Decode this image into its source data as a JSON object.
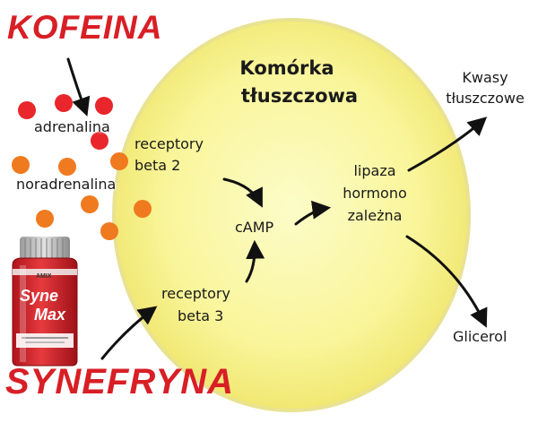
{
  "titles": {
    "caffeine": "KOFEINA",
    "synephrine": "SYNEFRYNA"
  },
  "cell": {
    "title_line1": "Komórka",
    "title_line2": "tłuszczowa"
  },
  "labels": {
    "adrenaline": "adrenalina",
    "noradrenaline": "noradrenalina",
    "beta2_line1": "receptory",
    "beta2_line2": "beta 2",
    "beta3_line1": "receptory",
    "beta3_line2": "beta 3",
    "camp": "cAMP",
    "lipase_line1": "lipaza",
    "lipase_line2": "hormono",
    "lipase_line3": "zależna",
    "fatty_acids_line1": "Kwasy",
    "fatty_acids_line2": "tłuszczowe",
    "glycerol": "Glicerol"
  },
  "product": {
    "brand": "AMIX",
    "name_line1": "Syne",
    "name_line2": "Max"
  },
  "colors": {
    "red_dot": "#e8262b",
    "orange_dot": "#f07a1f",
    "title_red": "#d81f26",
    "cell_fill": "#f6f07a",
    "cell_border": "#e7e08e"
  }
}
